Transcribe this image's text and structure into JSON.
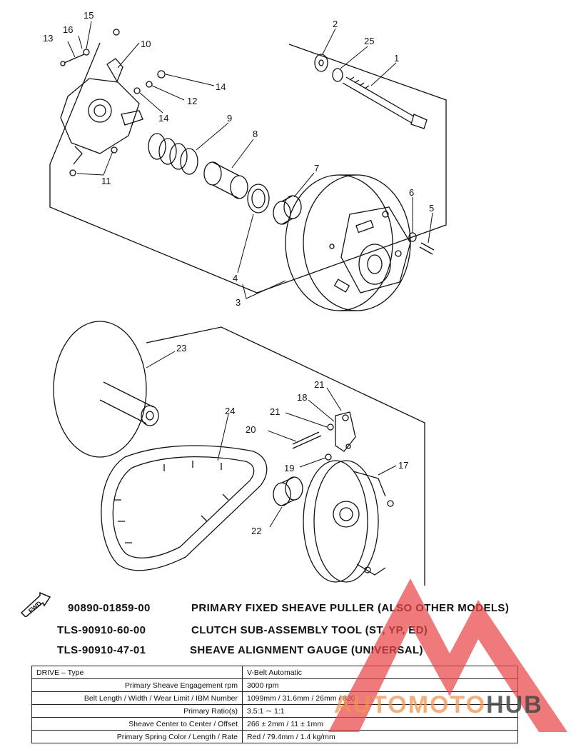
{
  "callouts": [
    {
      "id": "13",
      "text": "13"
    },
    {
      "id": "16",
      "text": "16"
    },
    {
      "id": "15",
      "text": "15"
    },
    {
      "id": "10",
      "text": "10"
    },
    {
      "id": "14a",
      "text": "14"
    },
    {
      "id": "12",
      "text": "12"
    },
    {
      "id": "14b",
      "text": "14"
    },
    {
      "id": "11",
      "text": "11"
    },
    {
      "id": "9",
      "text": "9"
    },
    {
      "id": "8",
      "text": "8"
    },
    {
      "id": "7",
      "text": "7"
    },
    {
      "id": "2",
      "text": "2"
    },
    {
      "id": "25",
      "text": "25"
    },
    {
      "id": "1",
      "text": "1"
    },
    {
      "id": "6",
      "text": "6"
    },
    {
      "id": "5",
      "text": "5"
    },
    {
      "id": "4",
      "text": "4"
    },
    {
      "id": "3",
      "text": "3"
    },
    {
      "id": "23",
      "text": "23"
    },
    {
      "id": "24",
      "text": "24"
    },
    {
      "id": "21a",
      "text": "21"
    },
    {
      "id": "18",
      "text": "18"
    },
    {
      "id": "21b",
      "text": "21"
    },
    {
      "id": "20",
      "text": "20"
    },
    {
      "id": "19",
      "text": "19"
    },
    {
      "id": "17",
      "text": "17"
    },
    {
      "id": "22",
      "text": "22"
    }
  ],
  "fwd_icon": {
    "label": "FWD"
  },
  "tools": [
    {
      "part_number": "90890-01859-00",
      "description": "PRIMARY FIXED SHEAVE PULLER (ALSO OTHER MODELS)"
    },
    {
      "part_number": "TLS-90910-60-00",
      "description": "CLUTCH SUB-ASSEMBLY TOOL (ST, YP, ED)"
    },
    {
      "part_number": "TLS-90910-47-01",
      "description": "SHEAVE ALIGNMENT GAUGE (UNIVERSAL)"
    }
  ],
  "spec_table": {
    "header": {
      "label": "DRIVE – Type",
      "value": "V-Belt Automatic"
    },
    "rows": [
      {
        "label": "Primary Sheave Engagement rpm",
        "value": "3000 rpm"
      },
      {
        "label": "Belt Length / Width / Wear Limit / IBM Number",
        "value": "1099mm / 31.6mm / 26mm / 820"
      },
      {
        "label": "Primary Ratio(s)",
        "value": "3.5:1 ∼ 1:1"
      },
      {
        "label": "Sheave Center to Center / Offset",
        "value": "266 ± 2mm / 11 ± 1mm"
      },
      {
        "label": "Primary Spring Color / Length / Rate",
        "value": "Red / 79.4mm / 1.4 kg/mm"
      }
    ]
  },
  "watermark": {
    "part1": "AUTOMOTO",
    "part2": "HUB"
  },
  "colors": {
    "ink": "#111111",
    "watermark_red": "#e8474a",
    "watermark_orange": "#f09650"
  }
}
